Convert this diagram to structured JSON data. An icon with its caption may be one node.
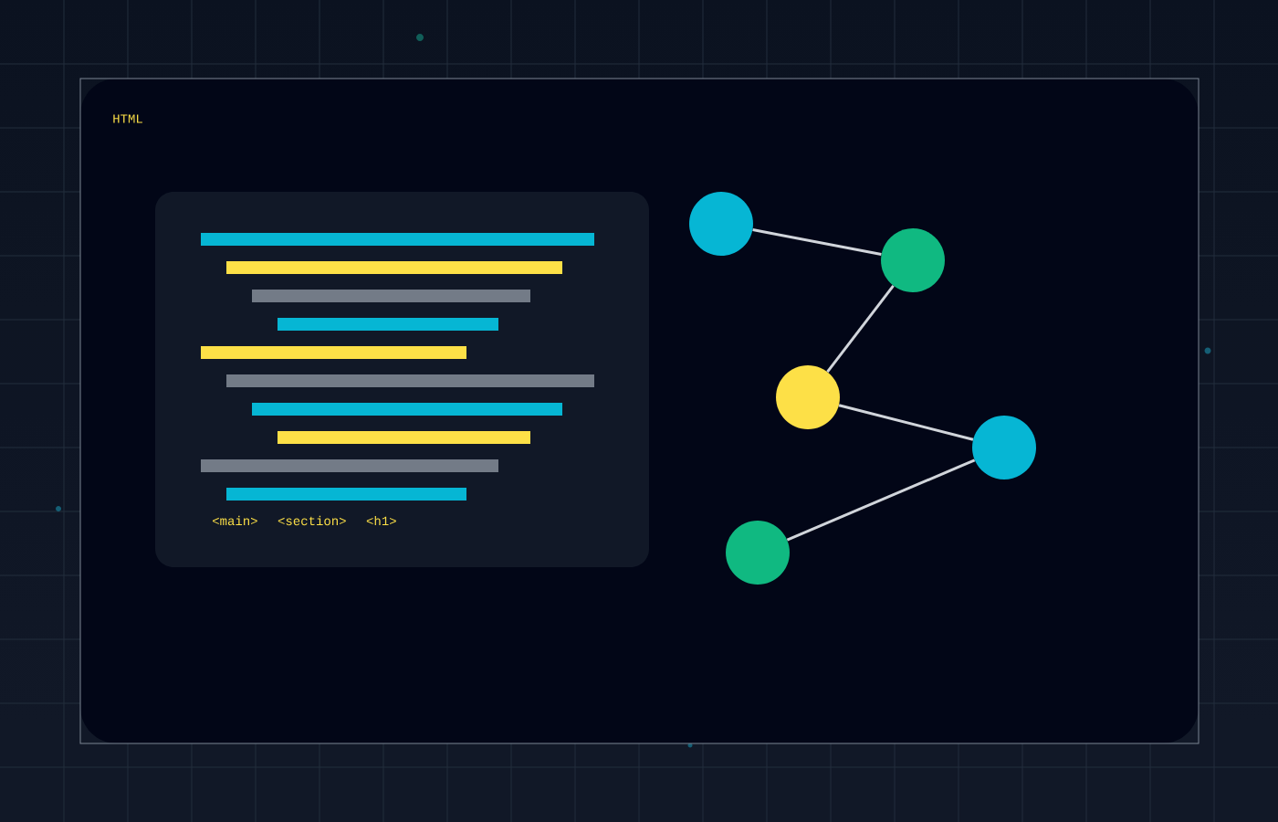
{
  "diagram": {
    "nodes": [
      {
        "text": [
          "HTML"
        ]
      },
      {
        "text": [
          "<main>",
          "<section>",
          "<h1>"
        ],
        "in": 0
      },
      {
        "text": [],
        "shape": "circle",
        "in": 0
      },
      {
        "text": [],
        "shape": "circle",
        "in": 0
      },
      {
        "text": [],
        "shape": "circle",
        "in": 0
      },
      {
        "text": [],
        "shape": "circle",
        "in": 0
      },
      {
        "text": [],
        "shape": "circle",
        "in": 0
      }
    ],
    "edges": [
      {
        "from": 2,
        "to": 3,
        "arrow": "none"
      },
      {
        "from": 3,
        "to": 4,
        "arrow": "none"
      },
      {
        "from": 4,
        "to": 5,
        "arrow": "none"
      },
      {
        "from": 5,
        "to": 6,
        "arrow": "none"
      }
    ]
  }
}
